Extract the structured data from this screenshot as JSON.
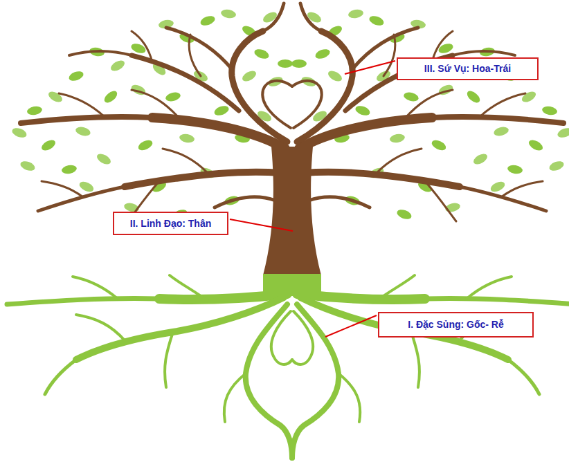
{
  "diagram": {
    "nodes": [
      {
        "text": [
          "III. Sứ Vụ: Hoa-Trái"
        ]
      },
      {
        "text": [
          "II. Linh Đạo: Thân"
        ]
      },
      {
        "text": [
          "I. Đặc Sủng: Gốc- Rễ"
        ]
      }
    ]
  }
}
